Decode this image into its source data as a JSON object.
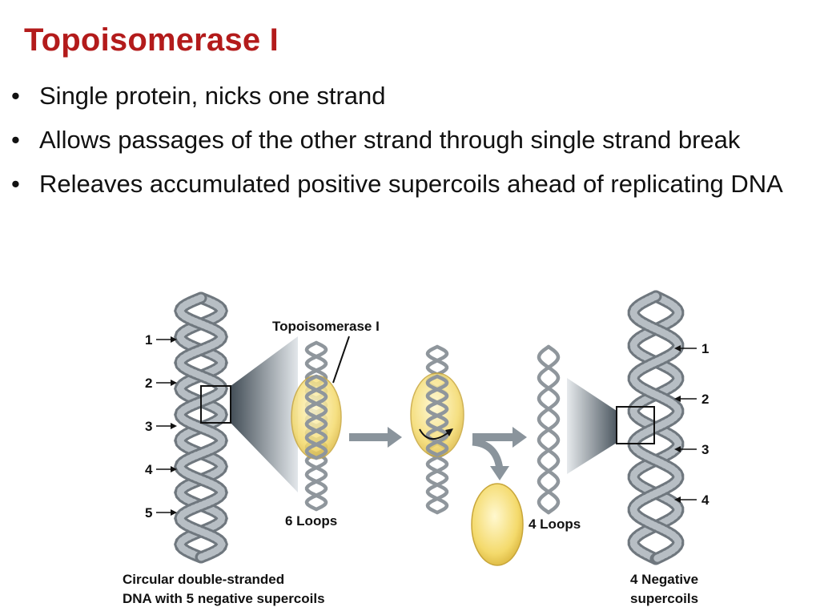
{
  "slide": {
    "title": "Topoisomerase I",
    "bullets": [
      "Single protein, nicks one strand",
      "Allows passages of the other strand through single strand break",
      "Releaves accumulated positive supercoils ahead of replicating DNA"
    ],
    "bullet_glyph": "•"
  },
  "figure": {
    "left_numbers": [
      "1",
      "2",
      "3",
      "4",
      "5"
    ],
    "right_numbers": [
      "1",
      "2",
      "3",
      "4"
    ],
    "enzyme_label": "Topoisomerase I",
    "loops_before": "6 Loops",
    "loops_after": "4 Loops",
    "left_caption": [
      "Circular double-stranded",
      "DNA with 5 negative supercoils"
    ],
    "right_caption": [
      "4 Negative",
      "supercoils"
    ],
    "colors": {
      "title": "#b31b1b",
      "dna": "#8f969c",
      "enzyme": "#f4da6c",
      "arrow": "#7f8a93"
    }
  }
}
